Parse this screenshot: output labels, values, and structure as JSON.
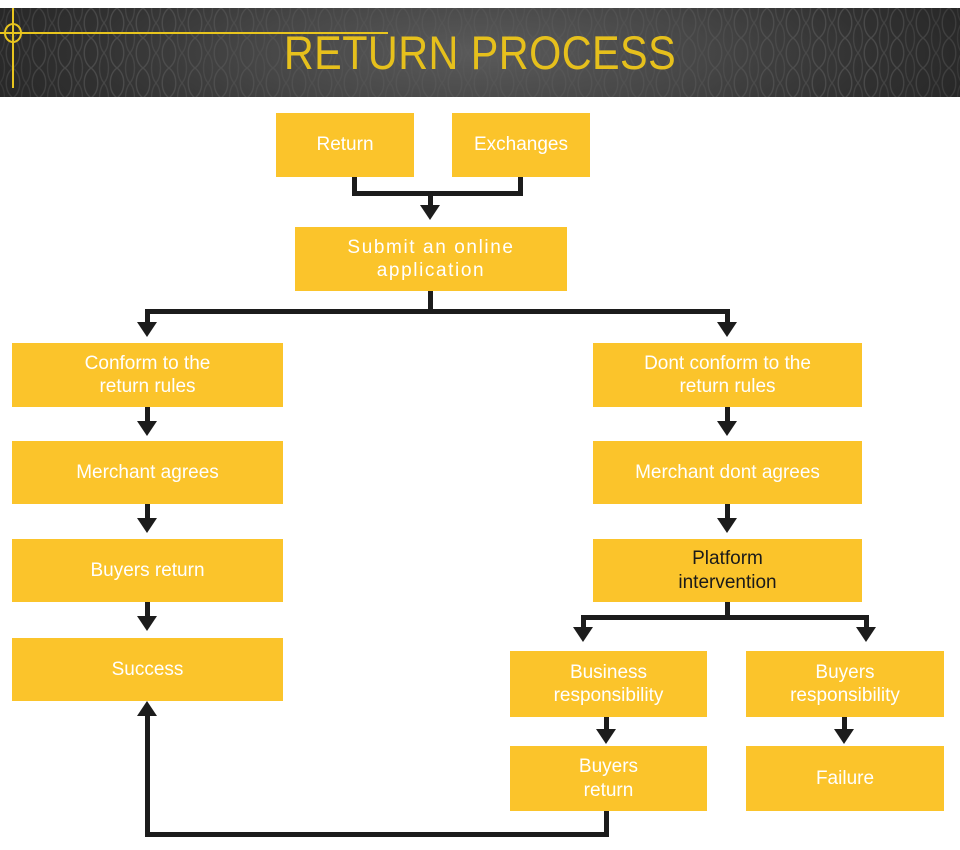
{
  "header": {
    "title": "RETURN PROCESS",
    "title_color": "#e6c01c",
    "band_color": "#3b3b3b",
    "decoration": {
      "crosshair_color": "#e8c51e",
      "horizontal_rule": "",
      "vertical_rule": "",
      "circle_marker": ""
    }
  },
  "theme": {
    "node_fill": "#fbc42b",
    "node_text": "#ffffff",
    "node_text_alt": "#1a1a1a",
    "connector": "#1c1c1c",
    "page_background": "#ffffff"
  },
  "flow": {
    "nodes": [
      {
        "id": "return",
        "label": "Return",
        "text_style": "light"
      },
      {
        "id": "exchanges",
        "label": "Exchanges",
        "text_style": "light"
      },
      {
        "id": "submit",
        "label": "Submit an online\napplication",
        "text_style": "light"
      },
      {
        "id": "conform",
        "label": "Conform to the\nreturn rules",
        "text_style": "light"
      },
      {
        "id": "dont-conform",
        "label": "Dont conform to the\nreturn rules",
        "text_style": "light"
      },
      {
        "id": "merchant-agrees",
        "label": "Merchant agrees",
        "text_style": "light"
      },
      {
        "id": "merchant-dont",
        "label": "Merchant dont agrees",
        "text_style": "light"
      },
      {
        "id": "buyers-return-1",
        "label": "Buyers return",
        "text_style": "light"
      },
      {
        "id": "platform",
        "label": "Platform\nintervention",
        "text_style": "dark"
      },
      {
        "id": "success",
        "label": "Success",
        "text_style": "light"
      },
      {
        "id": "business-resp",
        "label": "Business\nresponsibility",
        "text_style": "light"
      },
      {
        "id": "buyers-resp",
        "label": "Buyers\nresponsibility",
        "text_style": "light"
      },
      {
        "id": "buyers-return-2",
        "label": "Buyers\nreturn",
        "text_style": "light"
      },
      {
        "id": "failure",
        "label": "Failure",
        "text_style": "light"
      }
    ],
    "labels": {
      "return": "Return",
      "exchanges": "Exchanges",
      "submit_line1": "Submit an online",
      "submit_line2": "application",
      "conform_line1": "Conform to the",
      "conform_line2": "return rules",
      "dont_conform_line1": "Dont conform to the",
      "dont_conform_line2": "return rules",
      "merchant_agrees": "Merchant agrees",
      "merchant_dont_agrees": "Merchant dont agrees",
      "buyers_return_1": "Buyers return",
      "platform_line1": "Platform",
      "platform_line2": "intervention",
      "success": "Success",
      "business_line1": "Business",
      "business_line2": "responsibility",
      "buyers_resp_line1": "Buyers",
      "buyers_resp_line2": "responsibility",
      "buyers_return_2_line1": "Buyers",
      "buyers_return_2_line2": "return",
      "failure": "Failure"
    }
  }
}
